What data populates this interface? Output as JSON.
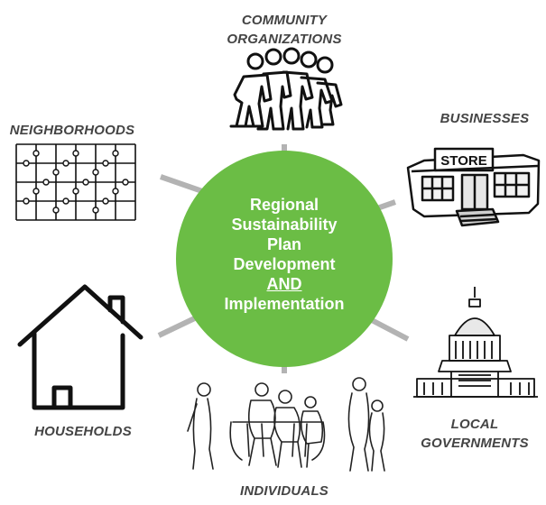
{
  "center": {
    "lines": [
      "Regional",
      "Sustainability",
      "Plan",
      "Development",
      "AND",
      "Implementation"
    ],
    "color": "#6bbd45"
  },
  "spoke_color": "#b3b3b3",
  "nodes": {
    "community_organizations": {
      "line1": "COMMUNITY",
      "line2": "ORGANIZATIONS",
      "icon": "community-people-icon"
    },
    "businesses": {
      "label": "BUSINESSES",
      "store_sign": "STORE",
      "icon": "storefront-icon"
    },
    "neighborhoods": {
      "label": "NEIGHBORHOODS",
      "icon": "puzzle-grid-icon"
    },
    "households": {
      "label": "HOUSEHOLDS",
      "icon": "house-icon"
    },
    "local_governments": {
      "line1": "LOCAL",
      "line2": "GOVERNMENTS",
      "icon": "capitol-building-icon"
    },
    "individuals": {
      "label": "INDIVIDUALS",
      "icon": "seated-people-icon"
    }
  }
}
